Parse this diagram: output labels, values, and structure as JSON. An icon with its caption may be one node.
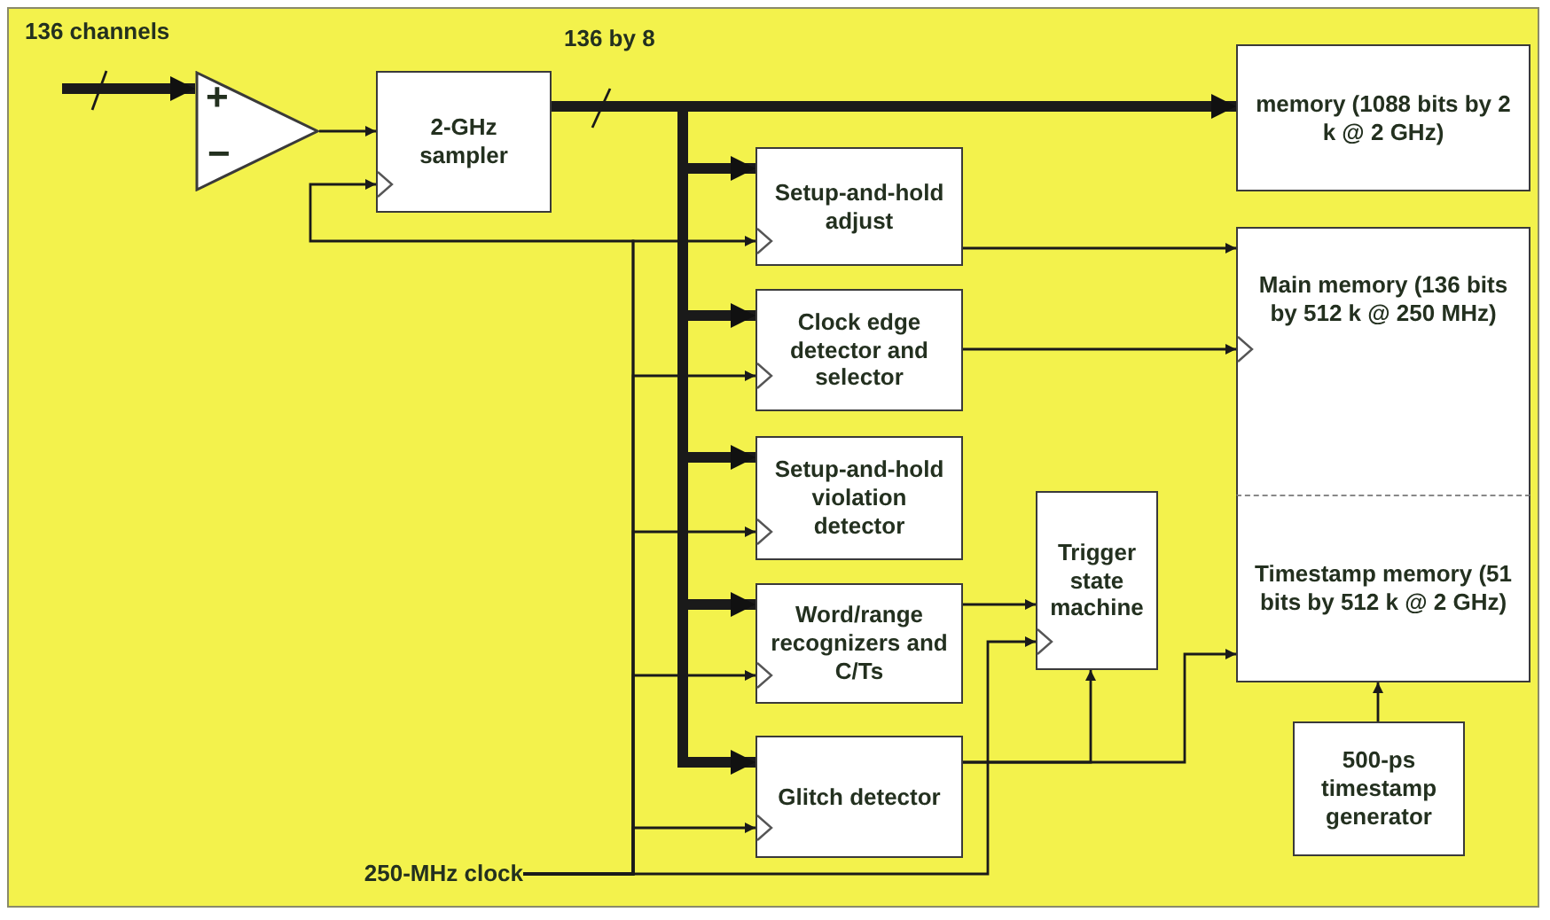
{
  "diagram": {
    "nodes": [
      {
        "text": [
          "+",
          "−"
        ]
      },
      {
        "text": [
          "2-GHz sampler"
        ]
      },
      {
        "text": [
          "memory (1088 bits by 2 k @ 2 GHz)"
        ]
      },
      {
        "text": [
          "Setup-and-hold adjust"
        ]
      },
      {
        "text": [
          "Clock edge detector and selector"
        ]
      },
      {
        "text": [
          "Setup-and-hold violation detector"
        ]
      },
      {
        "text": [
          "Word/range recognizers and C/Ts"
        ]
      },
      {
        "text": [
          "Glitch detector"
        ]
      },
      {
        "text": [
          "Trigger state machine"
        ]
      },
      {
        "text": [
          "Main memory (136 bits by 512 k @ 250 MHz)"
        ]
      },
      {
        "text": [
          "Timestamp memory (51 bits by 512 k @ 2 GHz)"
        ]
      },
      {
        "text": [
          "500-ps timestamp generator"
        ]
      },
      {
        "text": [
          "250-MHz clock"
        ]
      }
    ],
    "edges": [
      {
        "from": null,
        "to": 0,
        "arrow": "to",
        "style": "thick"
      },
      {
        "from": 0,
        "to": 1,
        "arrow": "to"
      },
      {
        "from": 1,
        "to": 2,
        "arrow": "to",
        "style": "thick"
      },
      {
        "from": 1,
        "to": 3,
        "arrow": "to",
        "style": "thick"
      },
      {
        "from": 1,
        "to": 4,
        "arrow": "to",
        "style": "thick"
      },
      {
        "from": 1,
        "to": 5,
        "arrow": "to",
        "style": "thick"
      },
      {
        "from": 1,
        "to": 6,
        "arrow": "to",
        "style": "thick"
      },
      {
        "from": 1,
        "to": 7,
        "arrow": "to",
        "style": "thick"
      },
      {
        "from": 12,
        "to": 1,
        "arrow": "to"
      },
      {
        "from": 12,
        "to": 3,
        "arrow": "to"
      },
      {
        "from": 12,
        "to": 4,
        "arrow": "to"
      },
      {
        "from": 12,
        "to": 5,
        "arrow": "to"
      },
      {
        "from": 12,
        "to": 6,
        "arrow": "to"
      },
      {
        "from": 12,
        "to": 7,
        "arrow": "to"
      },
      {
        "from": 12,
        "to": 8,
        "arrow": "to"
      },
      {
        "from": 3,
        "to": 9,
        "arrow": "to"
      },
      {
        "from": 4,
        "to": 9,
        "arrow": "to"
      },
      {
        "from": 6,
        "to": 8,
        "arrow": "to"
      },
      {
        "from": 7,
        "to": 8,
        "arrow": "to"
      },
      {
        "from": 7,
        "to": 10,
        "arrow": "to"
      },
      {
        "from": 11,
        "to": 10,
        "arrow": "to"
      }
    ],
    "labels": [
      "136 channels",
      "136 by 8"
    ]
  }
}
